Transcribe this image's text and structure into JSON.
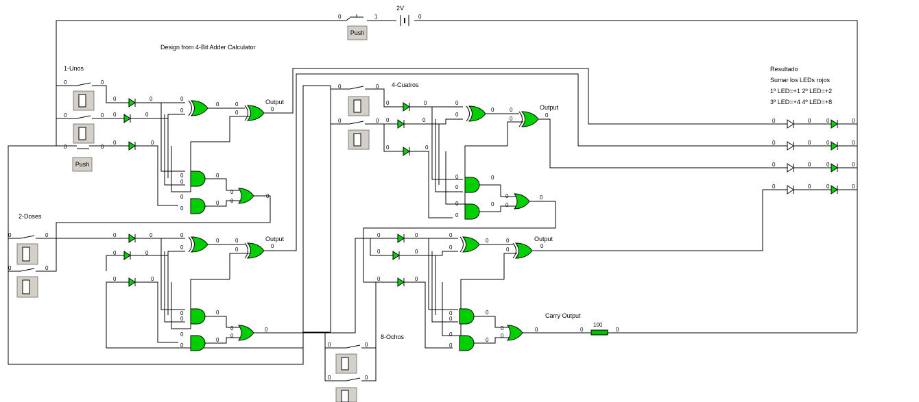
{
  "title": "Design from 4-Bit Adder Calculator",
  "battery_label": "2V",
  "push_label": "Push",
  "groups": {
    "unos": "1-Unos",
    "doses": "2-Doses",
    "cuatros": "4-Cuatros",
    "ochos": "8-Ochos"
  },
  "output_label": "Output",
  "carry_label": "Carry Output",
  "resistor_value": "100",
  "result": {
    "title": "Resultado",
    "line1": "Sumar los LEDs rojos",
    "line2": "1º LED=+1  2º LED=+2",
    "line3": "3º LED=+4  4º LED=+8"
  },
  "bit_values": {
    "zero": "0",
    "one": "1"
  },
  "colors": {
    "gate": "#00d000",
    "led": "#00c000",
    "wire": "#000000",
    "resistor": "#00c000"
  }
}
